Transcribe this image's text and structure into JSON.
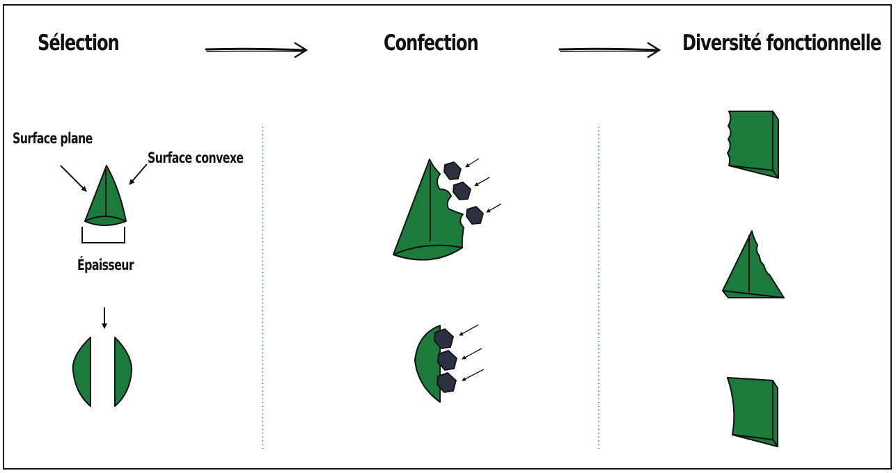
{
  "stages": [
    {
      "title": "Sélection"
    },
    {
      "title": "Confection"
    },
    {
      "title": "Diversité fonctionnelle"
    }
  ],
  "annotations": {
    "flat_surface": "Surface plane",
    "convex_surface": "Surface convexe",
    "thickness": "Épaisseur"
  },
  "colors": {
    "fill_green": "#1b7a3c",
    "stroke": "#111111",
    "stone": "#2b3140",
    "divider": "#2e9e4a"
  }
}
